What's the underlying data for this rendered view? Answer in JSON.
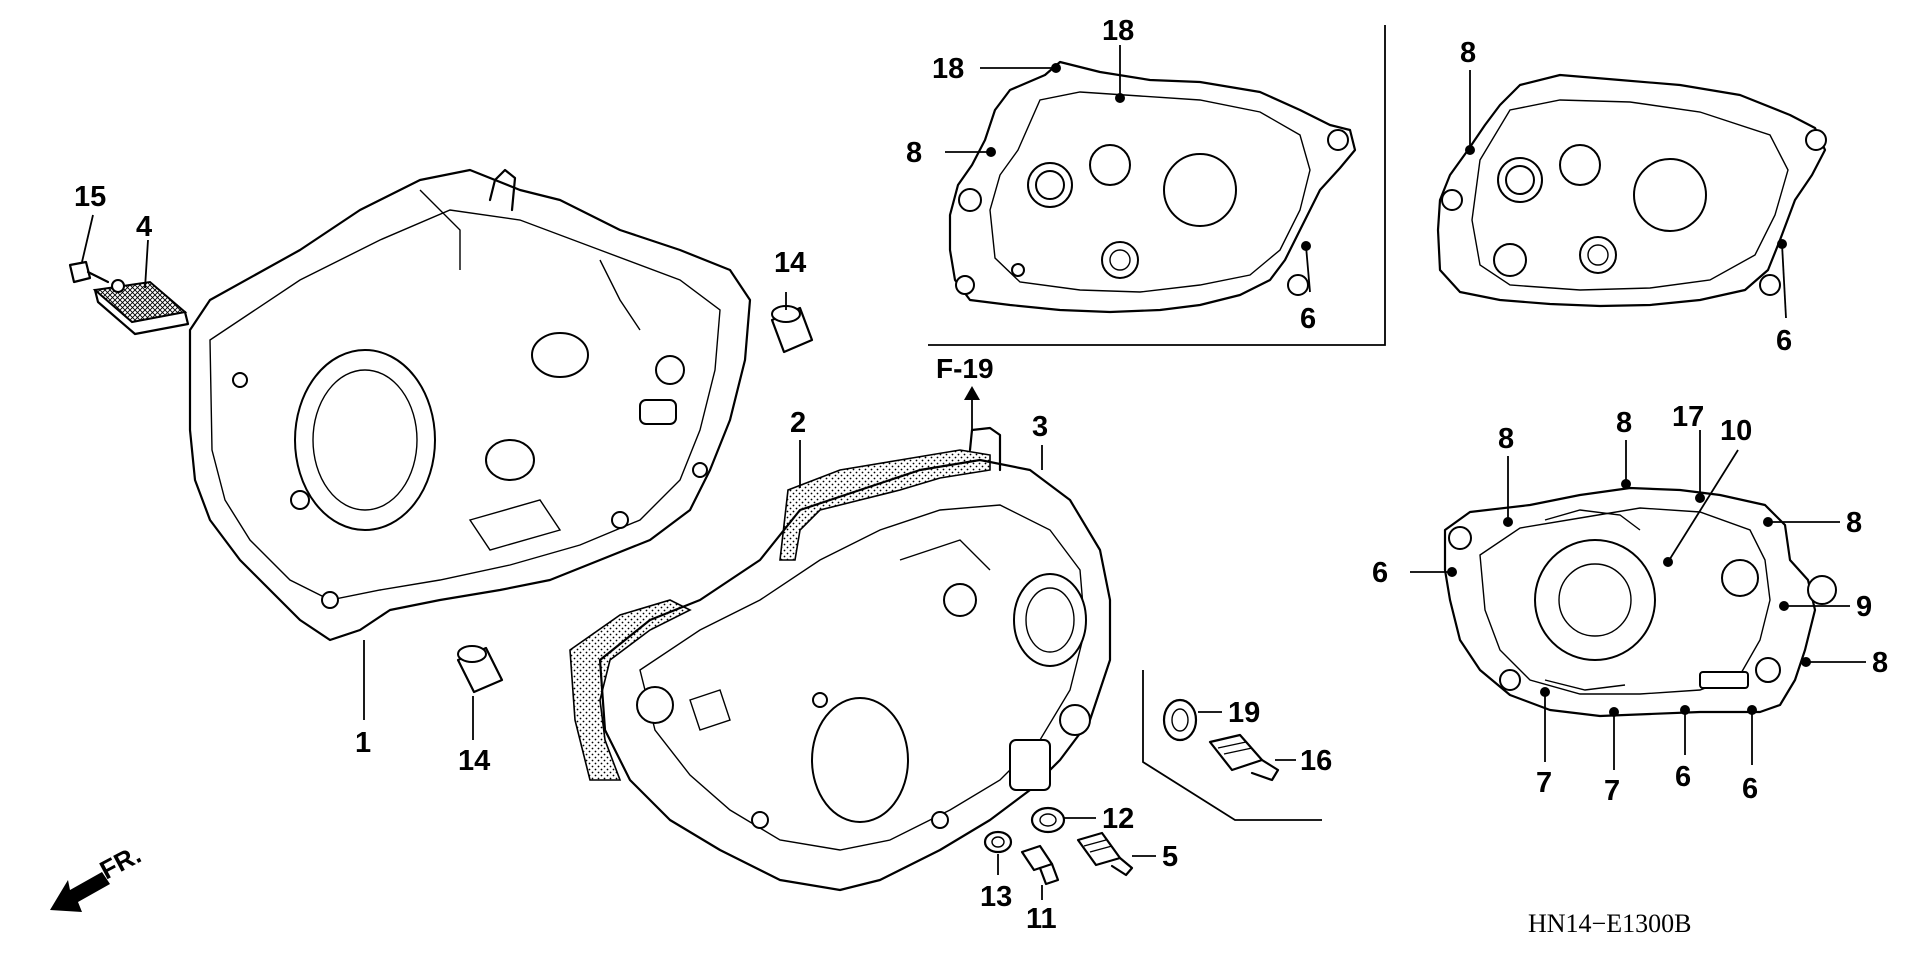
{
  "diagram": {
    "reference_code": "HN14−E1300B",
    "reference_arrow": "F-19",
    "direction_label": "FR.",
    "callouts": {
      "c1": "1",
      "c2": "2",
      "c3": "3",
      "c4": "4",
      "c5": "5",
      "c6a": "6",
      "c6b": "6",
      "c6c": "6",
      "c6d": "6",
      "c6e": "6",
      "c7a": "7",
      "c7b": "7",
      "c8a": "8",
      "c8b": "8",
      "c8c": "8",
      "c8d": "8",
      "c8e": "8",
      "c8f": "8",
      "c9": "9",
      "c10": "10",
      "c11": "11",
      "c12": "12",
      "c13": "13",
      "c14a": "14",
      "c14b": "14",
      "c15": "15",
      "c16": "16",
      "c17": "17",
      "c18a": "18",
      "c18b": "18",
      "c19": "19"
    }
  }
}
